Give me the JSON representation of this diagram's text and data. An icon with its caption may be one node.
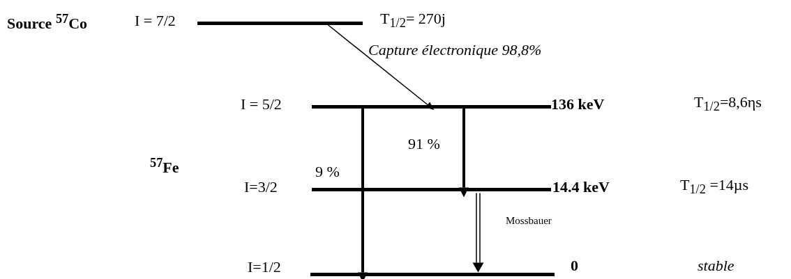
{
  "diagram": {
    "nodes": [
      {
        "text": [],
        "shape": "bar",
        "beside": [
          "Source $^{57}$Co",
          "I = 7/2",
          "T$_{1/2}$= 270j"
        ]
      },
      {
        "text": [],
        "shape": "bar",
        "beside": [
          "I = 5/2",
          "136 keV"
        ]
      },
      {
        "text": [],
        "shape": "bar",
        "beside": [
          "I=3/2",
          "14.4 keV"
        ]
      },
      {
        "text": [],
        "shape": "bar",
        "beside": [
          "I=1/2",
          "0"
        ]
      }
    ],
    "edges": [
      {
        "from": 0,
        "to": 1,
        "arrow": "to",
        "label": "Capture électronique 98,8%"
      },
      {
        "from": 1,
        "to": 3,
        "arrow": "to",
        "label": "9 %",
        "style": "thick"
      },
      {
        "from": 1,
        "to": 2,
        "arrow": "to",
        "label": "91 %",
        "style": "thick"
      },
      {
        "from": 2,
        "to": 3,
        "arrow": "to",
        "label": "Mossbauer"
      }
    ],
    "labels": [
      "T$_{1/2}$=8,6ηs",
      "$^{57}$Fe",
      "T$_{1/2}$ =14µs",
      "stable"
    ]
  }
}
